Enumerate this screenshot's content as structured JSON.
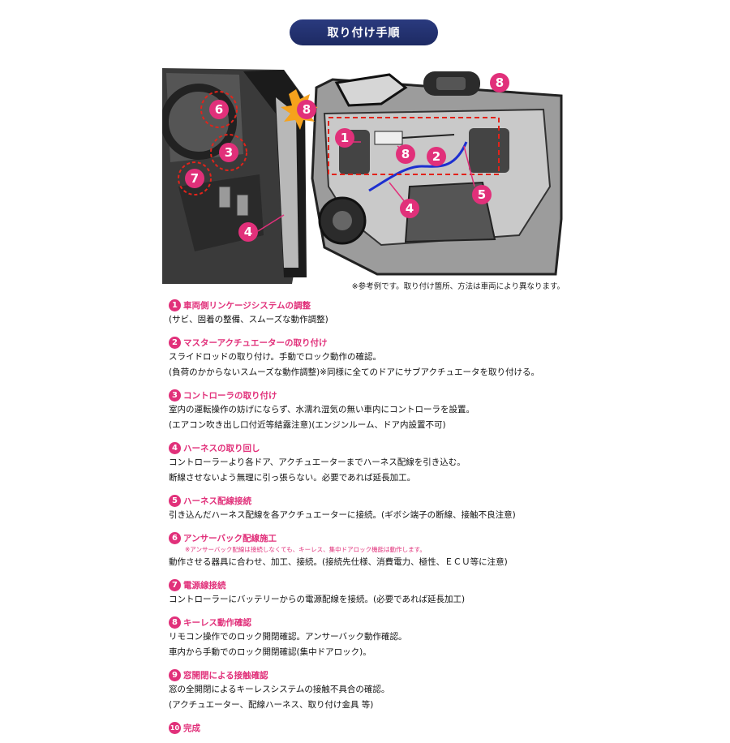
{
  "header": {
    "title": "取り付け手順"
  },
  "illustration": {
    "callouts": [
      "1",
      "2",
      "3",
      "4",
      "5",
      "6",
      "7",
      "8"
    ]
  },
  "note": "※参考例です。取り付け箇所、方法は車両により異なります。",
  "steps": [
    {
      "num": "1",
      "title": "車両側リンケージシステムの調整",
      "lines": [
        "(サビ、固着の整備、スムーズな動作調整)"
      ]
    },
    {
      "num": "2",
      "title": "マスターアクチュエーターの取り付け",
      "lines": [
        "スライドロッドの取り付け。手動でロック動作の確認。",
        "(負荷のかからないスムーズな動作調整)※同様に全てのドアにサブアクチュエータを取り付ける。"
      ]
    },
    {
      "num": "3",
      "title": "コントローラの取り付け",
      "lines": [
        "室内の運転操作の妨げにならず、水濡れ湿気の無い車内にコントローラを設置。",
        "(エアコン吹き出し口付近等結露注意)(エンジンルーム、ドア内設置不可)"
      ]
    },
    {
      "num": "4",
      "title": "ハーネスの取り回し",
      "lines": [
        "コントローラーより各ドア、アクチュエーターまでハーネス配線を引き込む。",
        "断線させないよう無理に引っ張らない。必要であれば延長加工。"
      ]
    },
    {
      "num": "5",
      "title": "ハーネス配線接続",
      "lines": [
        "引き込んだハーネス配線を各アクチュエーターに接続。(ギボシ端子の断線、接触不良注意)"
      ]
    },
    {
      "num": "6",
      "title": "アンサーバック配線施工",
      "subnote": "※アンサーバック配線は接続しなくても、キーレス、集中ドアロック機能は動作します。",
      "lines": [
        "動作させる器具に合わせ、加工、接続。(接続先仕様、消費電力、極性、ＥＣＵ等に注意)"
      ]
    },
    {
      "num": "7",
      "title": "電源線接続",
      "lines": [
        "コントローラーにバッテリーからの電源配線を接続。(必要であれば延長加工)"
      ]
    },
    {
      "num": "8",
      "title": "キーレス動作確認",
      "lines": [
        "リモコン操作でのロック開閉確認。アンサーバック動作確認。",
        "車内から手動でのロック開閉確認(集中ドアロック)。"
      ]
    },
    {
      "num": "9",
      "title": "窓開閉による接触確認",
      "lines": [
        "窓の全開閉によるキーレスシステムの接触不具合の確認。",
        "(アクチュエーター、配線ハーネス、取り付け金具 等)"
      ]
    },
    {
      "num": "10",
      "title": "完成",
      "lines": []
    }
  ],
  "colors": {
    "accent": "#e1307a",
    "header_bg": "#22316e"
  }
}
